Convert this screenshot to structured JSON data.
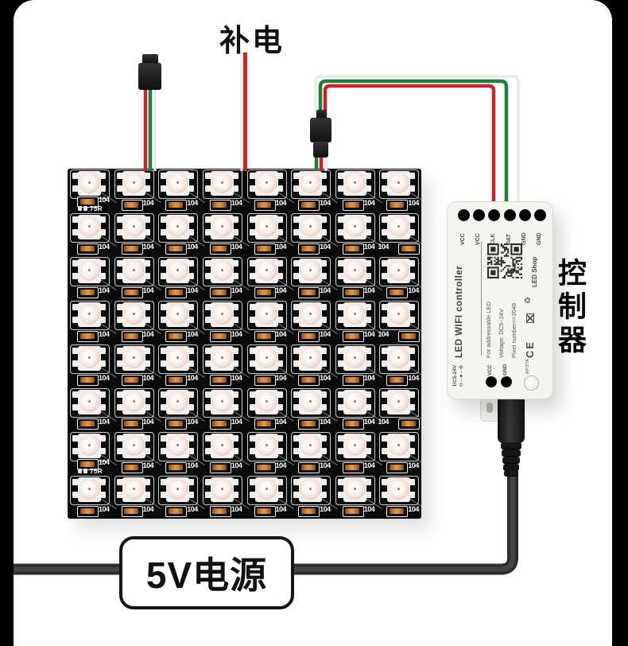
{
  "colors": {
    "wire_red": "#c8242b",
    "wire_green": "#1f7e38",
    "wire_white": "#e9e9e9",
    "cable": "#2c2c2c",
    "cap_orange": "#cf8034",
    "pcb": "#0b0b0b"
  },
  "top_label": {
    "text": "补电"
  },
  "side_label": {
    "text": "控制器"
  },
  "power_label": {
    "text": "5V电源"
  },
  "matrix": {
    "rows": 8,
    "cols": 8,
    "cap_label": "104",
    "resistor_label": "75R",
    "resistor_cells": [
      [
        0,
        0
      ],
      [
        6,
        0
      ]
    ],
    "mirrored_cells": [
      [
        1,
        7
      ],
      [
        3,
        7
      ],
      [
        5,
        7
      ]
    ]
  },
  "controller": {
    "title": "LED WIFI controller",
    "shop_label": "LED Shop",
    "top_terminals": [
      "VCC",
      "VCC",
      "CLK",
      "DAT",
      "GND",
      "GND"
    ],
    "spec_lines": [
      "For addressable LED",
      "Voltage: DC5~24V",
      "Pixel number<=2048"
    ],
    "ce_mark": "CE",
    "power_input_label": "DC5-24V",
    "power_polarity": "⊖–●–⊕",
    "bottom_terminals": [
      "VCC",
      "GND"
    ],
    "button_label": "AP/STA"
  }
}
